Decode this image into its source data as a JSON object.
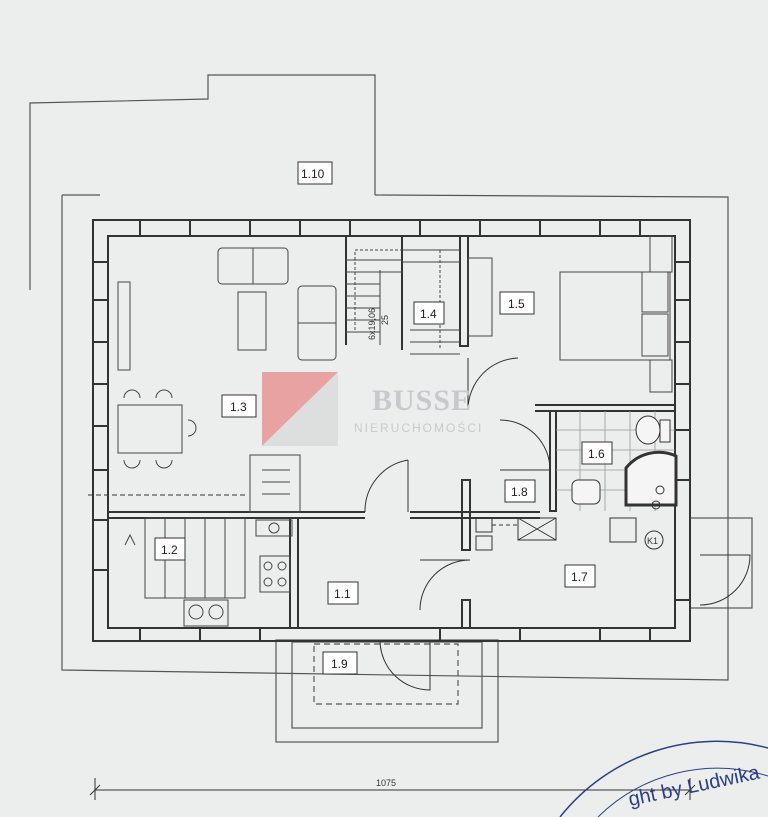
{
  "rooms": {
    "r1_1": "1.1",
    "r1_2": "1.2",
    "r1_3": "1.3",
    "r1_4": "1.4",
    "r1_5": "1.5",
    "r1_6": "1.6",
    "r1_7": "1.7",
    "r1_8": "1.8",
    "r1_9": "1.9",
    "r1_10": "1.10"
  },
  "stairs_label": "6x19,06",
  "stairs_label_2": "25",
  "boiler_label": "K1",
  "dimension_width": "1075",
  "watermark": {
    "brand": "BUSSE",
    "subtitle": "NIERUCHOMOŚCI",
    "stamp": "ght by Ludwika"
  },
  "colors": {
    "paper": "#eceeed",
    "line": "#333333",
    "wall_fill": "#f5f5f5",
    "logo_red": "#e05454",
    "stamp_blue": "#2c3e86"
  }
}
